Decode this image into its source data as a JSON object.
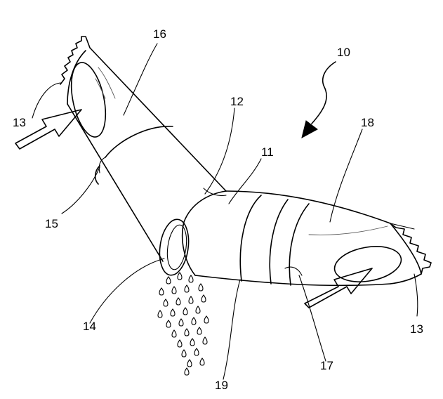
{
  "figure": {
    "labels": {
      "l10": "10",
      "l11": "11",
      "l12": "12",
      "l13a": "13",
      "l13b": "13",
      "l14": "14",
      "l15": "15",
      "l16": "16",
      "l17": "17",
      "l18": "18",
      "l19": "19"
    }
  }
}
